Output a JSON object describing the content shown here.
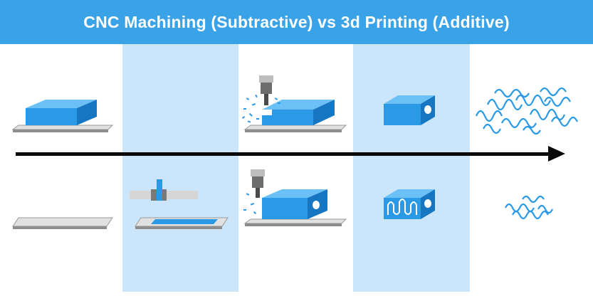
{
  "header": {
    "title": "CNC Machining (Subtractive) vs 3d Printing (Additive)"
  },
  "colors": {
    "title_bar": "#3aa3e8",
    "band": "#cbe6fa",
    "part_blue": "#2a9ae6",
    "part_blue_dark": "#1676c1",
    "plate_gray": "#8d8d8d",
    "arrow": "#0a0a0a"
  },
  "rows": [
    {
      "name": "cnc-machining",
      "steps": [
        "stock-block",
        "empty",
        "milling-block",
        "finished-part",
        "large-chip-pile"
      ]
    },
    {
      "name": "3d-printing",
      "steps": [
        "build-plate",
        "printing-first-layer",
        "milling-printed-part",
        "part-internal-channel",
        "small-chip-pile"
      ]
    }
  ]
}
